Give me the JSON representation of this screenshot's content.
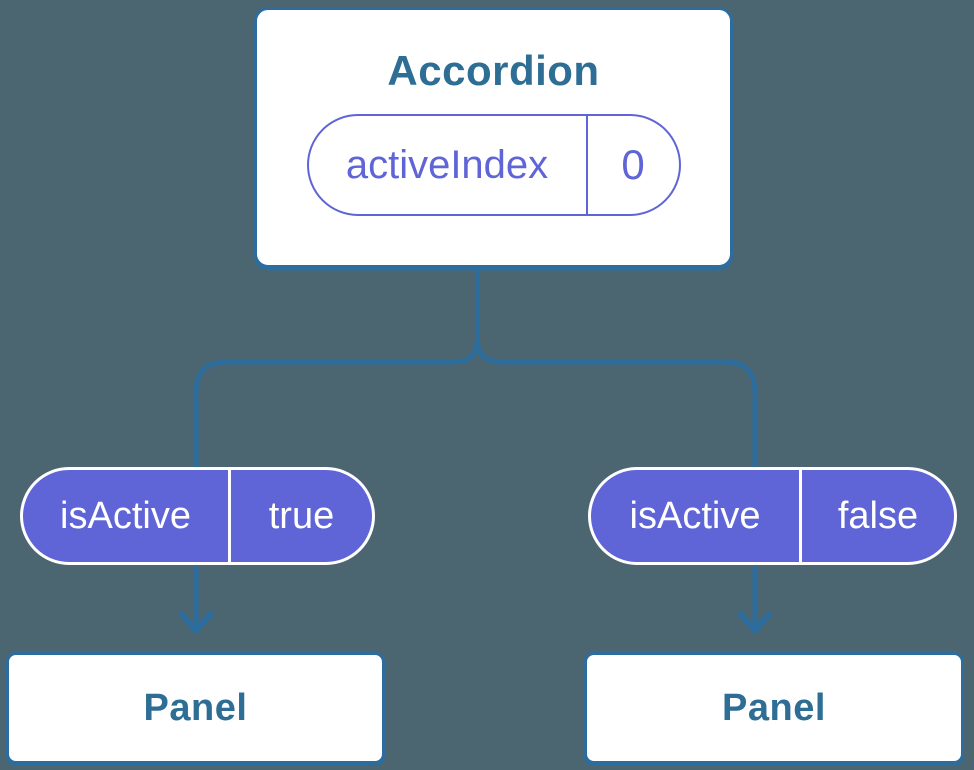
{
  "colors": {
    "bg": "#4C6671",
    "line": "#2C6D9E",
    "node-text": "#2E6E94",
    "purple": "#5F64D6",
    "white": "#FFFFFF"
  },
  "diagram": {
    "type": "component-tree",
    "root": {
      "title": "Accordion",
      "state": {
        "name": "activeIndex",
        "value": "0"
      }
    },
    "props": [
      {
        "name": "isActive",
        "value": "true"
      },
      {
        "name": "isActive",
        "value": "false"
      }
    ],
    "children": [
      {
        "label": "Panel"
      },
      {
        "label": "Panel"
      }
    ]
  }
}
